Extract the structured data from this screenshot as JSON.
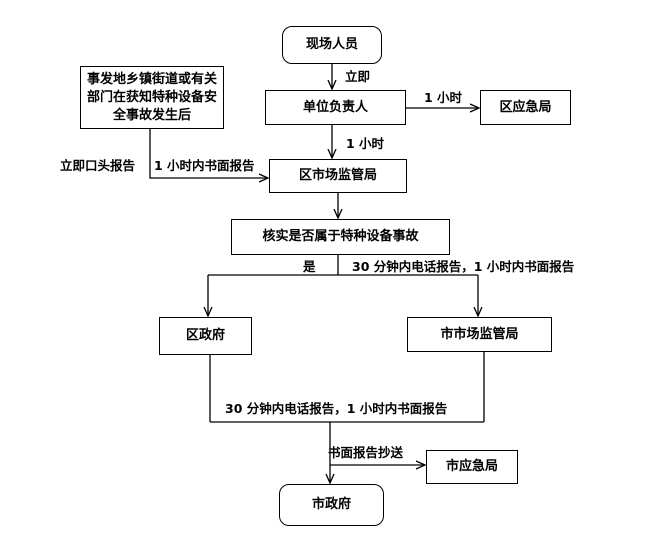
{
  "nodes": {
    "onsite": "现场人员",
    "unit_leader": "单位负责人",
    "district_emergency": "区应急局",
    "source_note": "事发地乡镇街道或有关部门在获知特种设备安全事故发生后",
    "district_market": "区市场监管局",
    "verify": "核实是否属于特种设备事故",
    "district_gov": "区政府",
    "city_market": "市市场监管局",
    "city_emergency": "市应急局",
    "city_gov": "市政府"
  },
  "labels": {
    "immediately": "立即",
    "one_hour_a": "1 小时",
    "one_hour_b": "1 小时",
    "oral_report": "立即口头报告",
    "written_1h": "1 小时内书面报告",
    "yes": "是",
    "phone_written_a": "30 分钟内电话报告，1 小时内书面报告",
    "phone_written_b": "30 分钟内电话报告，1 小时内书面报告",
    "cc_written": "书面报告抄送"
  }
}
